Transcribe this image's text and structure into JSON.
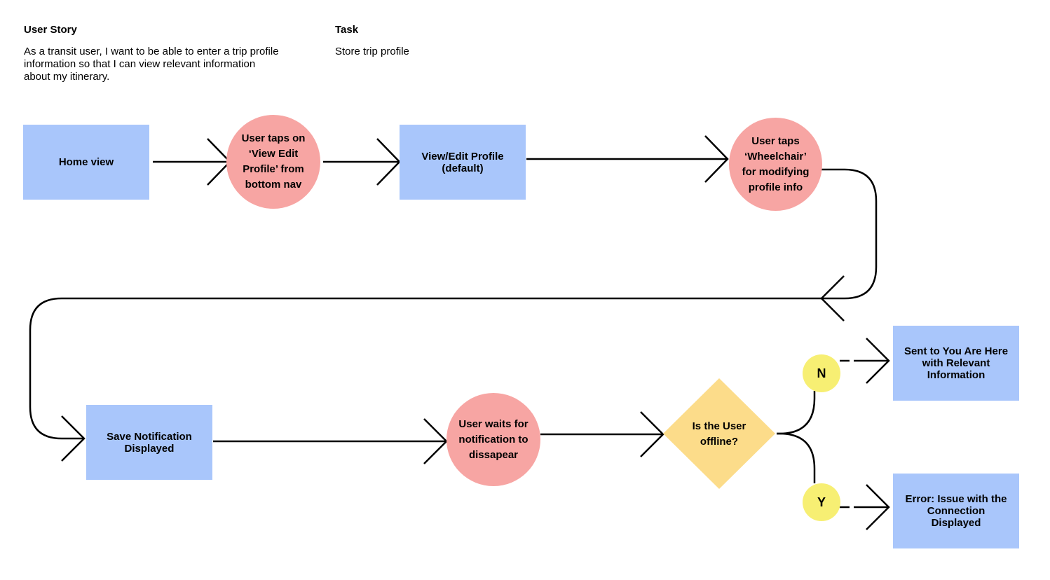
{
  "header": {
    "user_story_title": "User Story",
    "user_story_text": "As a transit user, I want to be able to enter a trip profile\ninformation so that I can view relevant information\nabout my itinerary.",
    "task_title": "Task",
    "task_text": "Store trip profile"
  },
  "nodes": {
    "home_view": "Home view",
    "tap_view_edit": "User taps on\n‘View Edit\nProfile’ from\nbottom nav",
    "view_edit_profile": "View/Edit Profile\n(default)",
    "tap_wheelchair": "User taps\n‘Wheelchair’\nfor modifying\nprofile info",
    "save_notification": "Save Notification\nDisplayed",
    "wait_notification": "User waits for\nnotification to\ndissapear",
    "is_offline": "Is the User\noffline?",
    "branch_n": "N",
    "branch_y": "Y",
    "sent_you_are_here": "Sent to You Are Here\nwith Relevant\nInformation",
    "error_connection": "Error: Issue with the\nConnection\nDisplayed"
  },
  "colors": {
    "process_box": "#a9c6fb",
    "action_circle": "#f7a5a3",
    "decision_diamond": "#fcdc8a",
    "branch_dot": "#f7ef73",
    "line": "#000000"
  }
}
